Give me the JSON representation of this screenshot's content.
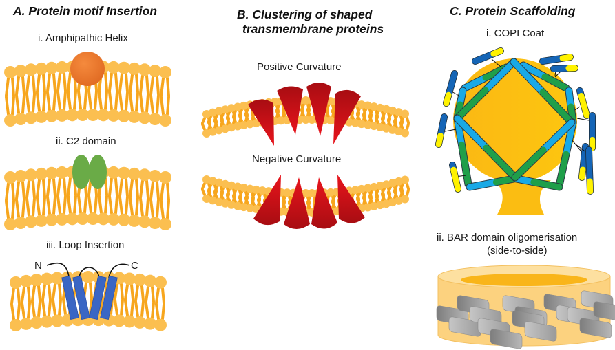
{
  "panels": {
    "a": {
      "title": "A. Protein motif Insertion",
      "items": [
        {
          "label": "i. Amphipathic Helix",
          "protein_color": "#ee7a30"
        },
        {
          "label": "ii. C2 domain",
          "protein_color": "#6aab47"
        },
        {
          "label": "iii. Loop Insertion",
          "protein_color": "#3a66c4",
          "n_label": "N",
          "c_label": "C"
        }
      ]
    },
    "b": {
      "title_line1": "B. Clustering of shaped",
      "title_line2": "transmembrane proteins",
      "positive_label": "Positive Curvature",
      "negative_label": "Negative Curvature",
      "protein_color": "#d0121b"
    },
    "c": {
      "title": "C. Protein Scaffolding",
      "copi_label": "i. COPI Coat",
      "bar_label_line1": "ii. BAR domain oligomerisation",
      "bar_label_line2": "(side-to-side)",
      "colors": {
        "vesicle": "#fbbd12",
        "blue_light": "#19a9e6",
        "green": "#1f9f4a",
        "blue_dark": "#1565b6",
        "yellow": "#fff200",
        "bar_grey": "#a9a9a9"
      }
    }
  },
  "colors": {
    "lipid": "#fbbf50",
    "lipid_tail": "#f7a61d"
  }
}
